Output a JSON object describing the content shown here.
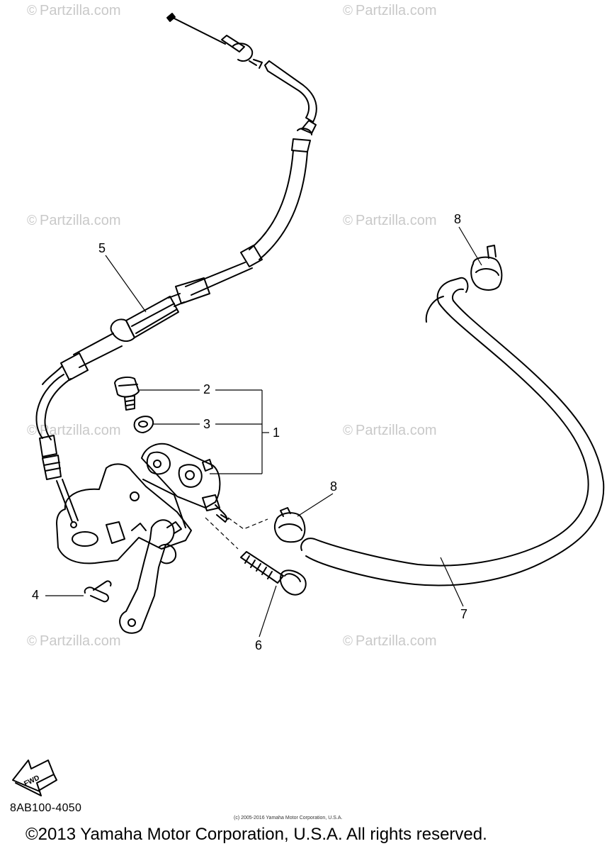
{
  "watermark": {
    "text": "Partzilla.com",
    "symbol": "©"
  },
  "callouts": {
    "c1": "1",
    "c2": "2",
    "c3": "3",
    "c4": "4",
    "c5": "5",
    "c6": "6",
    "c7": "7",
    "c8a": "8",
    "c8b": "8"
  },
  "fwd_badge": "FWD",
  "diagram_code": "8AB100-4050",
  "small_copyright": "(c) 2005-2016 Yamaha Motor Corporation, U.S.A.",
  "copyright": "©2013 Yamaha Motor Corporation, U.S.A. All rights reserved."
}
